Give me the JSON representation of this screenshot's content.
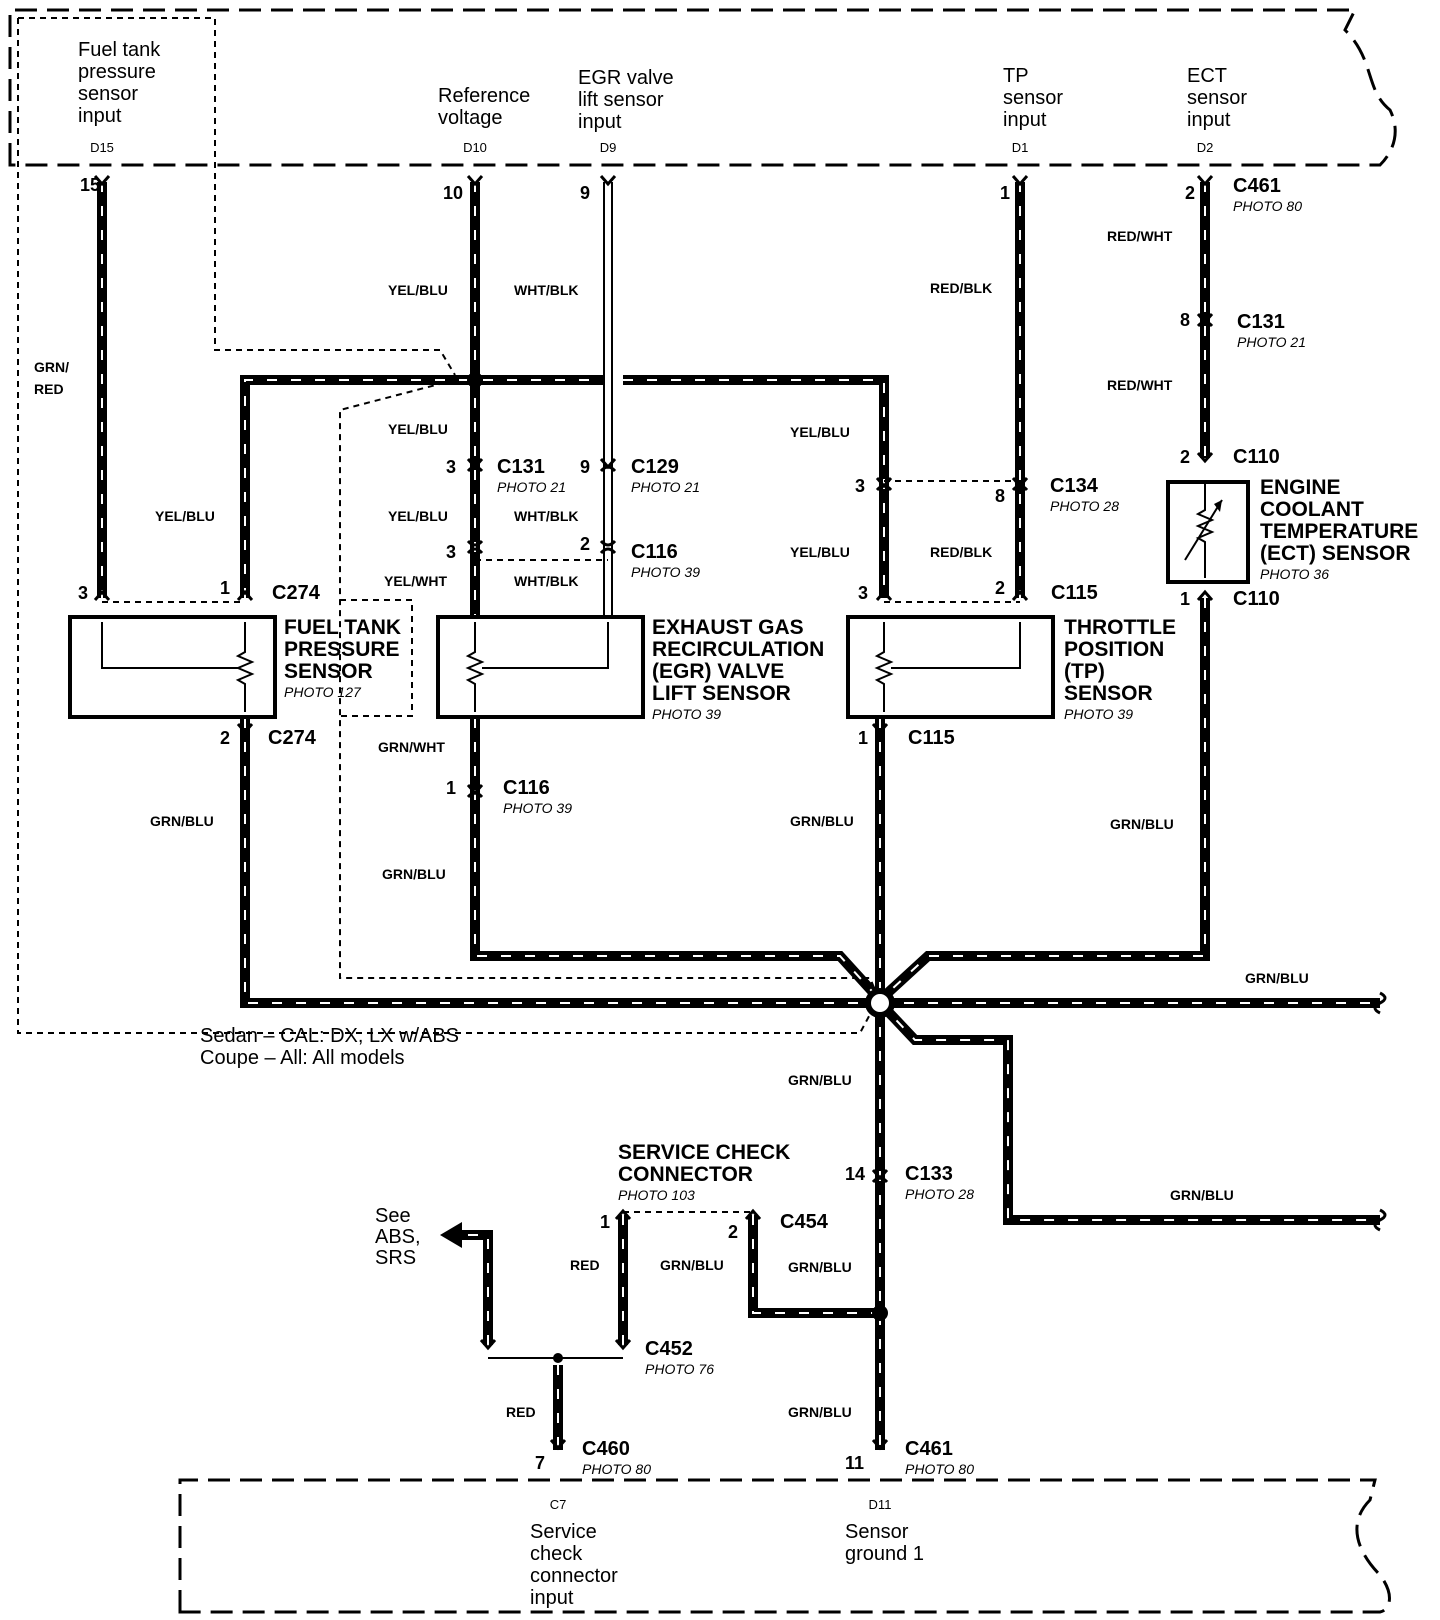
{
  "ecm_inputs": {
    "fuel_tank": {
      "lines": [
        "Fuel tank",
        "pressure",
        "sensor",
        "input"
      ],
      "pin": "D15"
    },
    "reference": {
      "lines": [
        "Reference",
        "voltage"
      ],
      "pin": "D10"
    },
    "egr": {
      "lines": [
        "EGR valve",
        "lift sensor",
        "input"
      ],
      "pin": "D9"
    },
    "tp": {
      "lines": [
        "TP",
        "sensor",
        "input"
      ],
      "pin": "D1"
    },
    "ect": {
      "lines": [
        "ECT",
        "sensor",
        "input"
      ],
      "pin": "D2"
    }
  },
  "bottom_ecm": {
    "service": {
      "pin": "C7",
      "lines": [
        "Service",
        "check",
        "connector",
        "input"
      ]
    },
    "ground": {
      "pin": "D11",
      "lines": [
        "Sensor",
        "ground 1"
      ]
    }
  },
  "pin_numbers": {
    "p15": "15",
    "p10": "10",
    "p9": "9",
    "p1_tp": "1",
    "p2_ect": "2",
    "p8_c131": "8",
    "p3_c131": "3",
    "p9_c129": "9",
    "p3_c134": "3",
    "p8_c134": "8",
    "p2_c110": "2",
    "p3_c116": "3",
    "p2_c116": "2",
    "p3_c274": "3",
    "p1_c274": "1",
    "p3_c115": "3",
    "p2_c115": "2",
    "p1_c110": "1",
    "p2_c274b": "2",
    "p1_c116": "1",
    "p1_c115b": "1",
    "p14_c133": "14",
    "p1_c452": "1",
    "p2_c454": "2",
    "p7_c460": "7",
    "p11_c461": "11"
  },
  "connectors": {
    "c461_top": {
      "name": "C461",
      "photo": "PHOTO 80"
    },
    "c131_ect": {
      "name": "C131",
      "photo": "PHOTO 21"
    },
    "c110_top": {
      "name": "C110"
    },
    "c131_ref": {
      "name": "C131",
      "photo": "PHOTO 21"
    },
    "c129": {
      "name": "C129",
      "photo": "PHOTO 21"
    },
    "c134": {
      "name": "C134",
      "photo": "PHOTO 28"
    },
    "c116_top": {
      "name": "C116",
      "photo": "PHOTO 39"
    },
    "c274_top": {
      "name": "C274"
    },
    "c115_top": {
      "name": "C115"
    },
    "c110_bot": {
      "name": "C110"
    },
    "c274_bot": {
      "name": "C274"
    },
    "c115_bot": {
      "name": "C115"
    },
    "c116_bot": {
      "name": "C116",
      "photo": "PHOTO 39"
    },
    "c133": {
      "name": "C133",
      "photo": "PHOTO 28"
    },
    "c454": {
      "name": "C454"
    },
    "c452": {
      "name": "C452",
      "photo": "PHOTO 76"
    },
    "c460": {
      "name": "C460",
      "photo": "PHOTO 80"
    },
    "c461_bot": {
      "name": "C461",
      "photo": "PHOTO 80"
    }
  },
  "wire_colors": {
    "grn_red": [
      "GRN/",
      "RED"
    ],
    "yel_blu_ref1": "YEL/BLU",
    "wht_blk1": "WHT/BLK",
    "red_blk1": "RED/BLK",
    "red_wht1": "RED/WHT",
    "red_wht2": "RED/WHT",
    "yel_blu_ref2": "YEL/BLU",
    "yel_blu_tp1": "YEL/BLU",
    "yel_blu_fuel": "YEL/BLU",
    "yel_blu_ref3": "YEL/BLU",
    "wht_blk2": "WHT/BLK",
    "yel_blu_tp2": "YEL/BLU",
    "red_blk2": "RED/BLK",
    "yel_wht": "YEL/WHT",
    "wht_blk3": "WHT/BLK",
    "grn_wht": "GRN/WHT",
    "grn_blu_fuel": "GRN/BLU",
    "grn_blu_tp": "GRN/BLU",
    "grn_blu_ect": "GRN/BLU",
    "grn_blu_egr": "GRN/BLU",
    "grn_blu_right1": "GRN/BLU",
    "grn_blu_down": "GRN/BLU",
    "grn_blu_right2": "GRN/BLU",
    "grn_blu_c454": "GRN/BLU",
    "grn_blu_mid": "GRN/BLU",
    "grn_blu_bot": "GRN/BLU",
    "red_c452": "RED",
    "red_c460": "RED"
  },
  "components": {
    "fuel_tank_sensor": {
      "lines": [
        "FUEL TANK",
        "PRESSURE",
        "SENSOR"
      ],
      "photo": "PHOTO 127"
    },
    "egr_sensor": {
      "lines": [
        "EXHAUST GAS",
        "RECIRCULATION",
        "(EGR) VALVE",
        "LIFT SENSOR"
      ],
      "photo": "PHOTO 39"
    },
    "tp_sensor": {
      "lines": [
        "THROTTLE",
        "POSITION",
        "(TP)",
        "SENSOR"
      ],
      "photo": "PHOTO 39"
    },
    "ect_sensor": {
      "lines": [
        "ENGINE",
        "COOLANT",
        "TEMPERATURE",
        "(ECT) SENSOR"
      ],
      "photo": "PHOTO 36"
    },
    "service_check": {
      "lines": [
        "SERVICE CHECK",
        "CONNECTOR"
      ],
      "photo": "PHOTO 103"
    }
  },
  "notes": {
    "model_note": [
      "Sedan  –  CAL: DX, LX w/ABS",
      "Coupe  –  All: All models"
    ],
    "see_abs": [
      "See",
      "ABS,",
      "SRS"
    ]
  }
}
